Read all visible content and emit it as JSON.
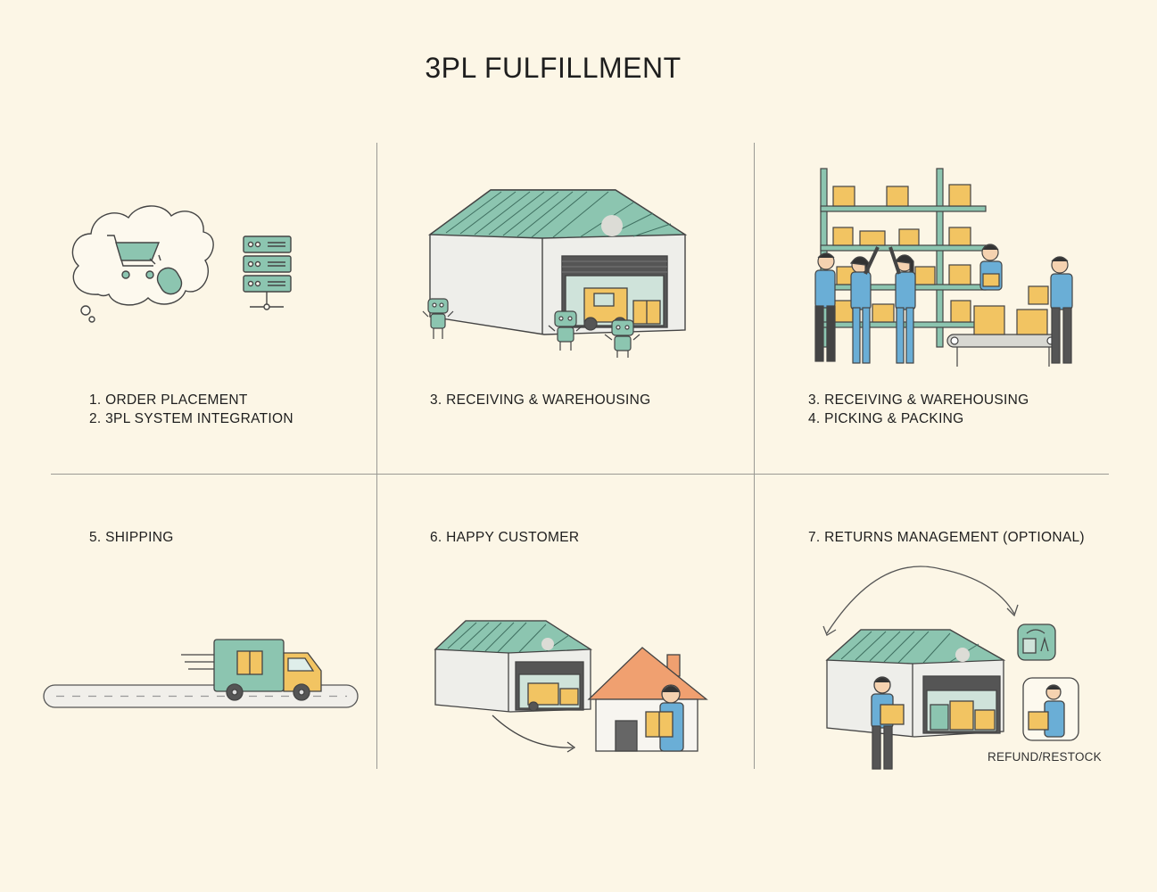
{
  "title": "3PL FULFILLMENT",
  "panels": [
    {
      "lines": [
        "1. ORDER PLACEMENT",
        "2. 3PL SYSTEM INTEGRATION"
      ]
    },
    {
      "lines": [
        "3. RECEIVING & WAREHOUSING"
      ]
    },
    {
      "lines": [
        "3. RECEIVING & WAREHOUSING",
        "4. PICKING & PACKING"
      ]
    },
    {
      "lines": [
        "5. SHIPPING"
      ]
    },
    {
      "lines": [
        "6. HAPPY CUSTOMER"
      ]
    },
    {
      "lines": [
        "7. RETURNS MANAGEMENT (OPTIONAL)"
      ],
      "badge": "REFUND/RESTOCK"
    }
  ],
  "colors": {
    "background": "#fcf6e6",
    "teal": "#8cc5b0",
    "box": "#f2c462",
    "worker_shirt": "#6aaed6",
    "roof_orange": "#f0a070"
  },
  "icons": [
    "cloud-icon",
    "shopping-cart-icon",
    "mouse-icon",
    "server-icon",
    "warehouse-icon",
    "robot-icon",
    "forklift-icon",
    "shelving-icon",
    "worker-icon",
    "conveyor-icon",
    "truck-icon",
    "road-icon",
    "house-icon",
    "customer-icon",
    "return-arrow-icon",
    "restock-icon"
  ]
}
